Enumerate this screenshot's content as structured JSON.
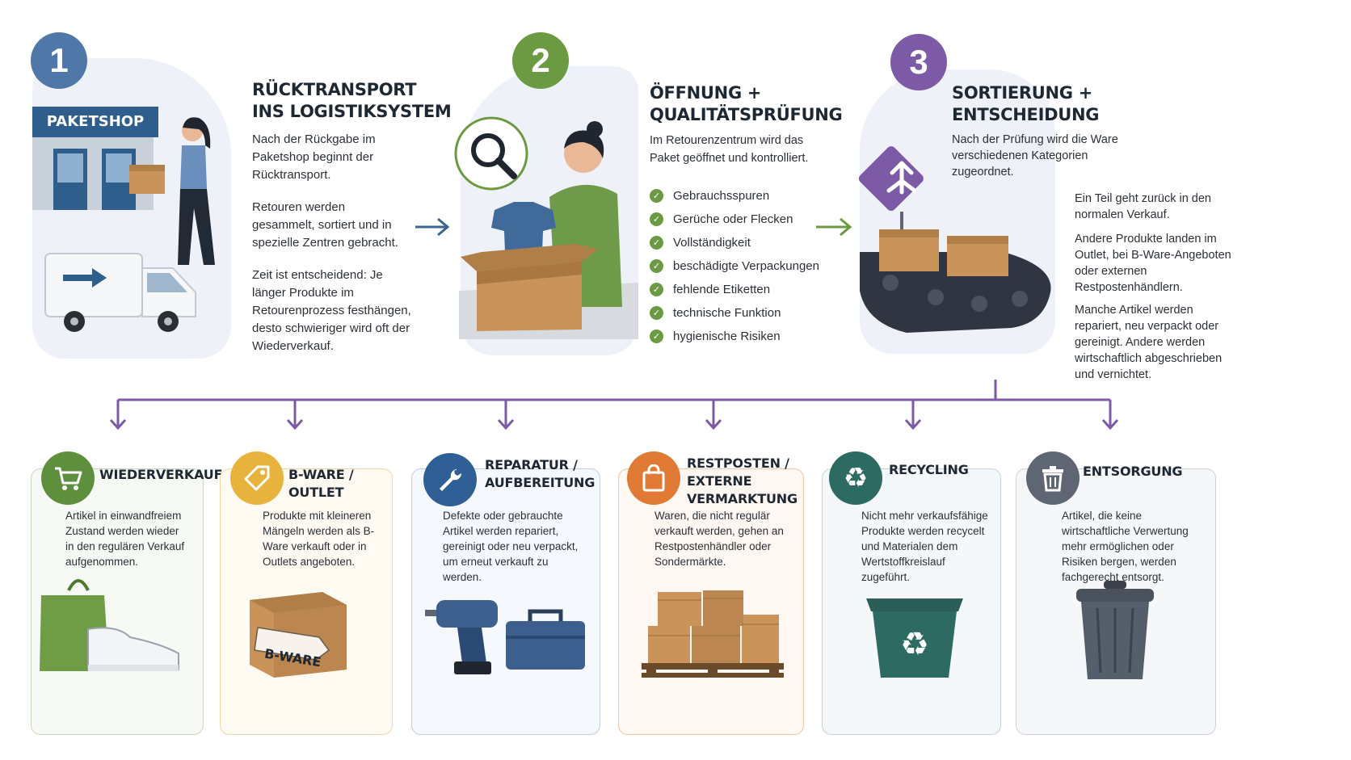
{
  "steps": [
    {
      "number": "1",
      "color": "#4f78a8",
      "title_lines": [
        "RÜCKTRANSPORT",
        "INS LOGISTIKSYSTEM"
      ],
      "shop_sign": "PAKETSHOP",
      "paragraphs": [
        "Nach der Rückgabe im Paketshop beginnt der Rücktransport.",
        "Retouren werden gesammelt, sortiert und in spezielle Zentren gebracht.",
        "Zeit ist entscheidend: Je länger Produkte im Retourenprozess festhängen, desto schwieriger wird oft der Wiederverkauf."
      ]
    },
    {
      "number": "2",
      "color": "#6c9a43",
      "title_lines": [
        "ÖFFNUNG +",
        "QUALITÄTSPRÜFUNG"
      ],
      "paragraphs": [
        "Im Retourenzentrum wird das Paket geöffnet und kontrolliert."
      ],
      "checks": [
        "Gebrauchsspuren",
        "Gerüche oder Flecken",
        "Vollständigkeit",
        "beschädigte Verpackungen",
        "fehlende Etiketten",
        "technische Funktion",
        "hygienische Risiken"
      ]
    },
    {
      "number": "3",
      "color": "#7d5aa6",
      "title_lines": [
        "SORTIERUNG +",
        "ENTSCHEIDUNG"
      ],
      "paragraphs": [
        "Nach der Prüfung wird die Ware verschiedenen Kategorien zugeordnet."
      ],
      "side_paragraphs": [
        "Ein Teil geht zurück in den normalen Verkauf.",
        "Andere Produkte landen im Outlet, bei B-Ware-Angeboten oder externen Restpostenhändlern.",
        "Manche Artikel werden repariert, neu verpackt oder gereinigt. Andere werden wirtschaftlich abgeschrieben und vernichtet."
      ]
    }
  ],
  "arrow_color_blue": "#3c6592",
  "arrow_color_green": "#6c9a43",
  "branch_color": "#7d5aa6",
  "outcomes": [
    {
      "id": "wiederverkauf",
      "icon": "cart-icon",
      "color": "#5d8f3c",
      "border": "#c9d9bb",
      "bg": "#f7f9f4",
      "title_lines": [
        "WIEDERVERKAUF"
      ],
      "text": "Artikel in einwandfreiem Zustand werden wieder in den regulären Verkauf aufgenommen."
    },
    {
      "id": "bware",
      "icon": "price-tag-icon",
      "color": "#e7b33c",
      "border": "#f1d7a8",
      "bg": "#fffaf2",
      "title_lines": [
        "B-WARE / OUTLET"
      ],
      "text": "Produkte mit kleineren Mängeln werden als B-Ware verkauft oder in Outlets angeboten.",
      "box_label": "B-WARE"
    },
    {
      "id": "reparatur",
      "icon": "wrench-icon",
      "color": "#2f5f95",
      "border": "#bfd0e3",
      "bg": "#f5f8fc",
      "title_lines": [
        "REPARATUR /",
        "AUFBEREITUNG"
      ],
      "text": "Defekte oder gebrauchte Artikel werden repariert, gereinigt oder neu verpackt, um erneut verkauft zu werden."
    },
    {
      "id": "restposten",
      "icon": "shopping-bag-icon",
      "color": "#e07a34",
      "border": "#f1c7a5",
      "bg": "#fff7f1",
      "title_lines": [
        "RESTPOSTEN /",
        "EXTERNE",
        "VERMARKTUNG"
      ],
      "text": "Waren, die nicht regulär verkauft werden, gehen an Restpostenhändler oder Sondermärkte."
    },
    {
      "id": "recycling",
      "icon": "recycle-icon",
      "color": "#2d6b62",
      "border": "#c3d3db",
      "bg": "#f5f8fa",
      "title_lines": [
        "RECYCLING"
      ],
      "text": "Nicht mehr verkaufsfähige Produkte werden recycelt und Materialen dem Wertstoffkreislauf zugeführt."
    },
    {
      "id": "entsorgung",
      "icon": "trash-icon",
      "color": "#5d6672",
      "border": "#cdd2d8",
      "bg": "#f6f7f8",
      "title_lines": [
        "ENTSORGUNG"
      ],
      "text": "Artikel, die keine wirtschaftliche Verwertung mehr ermöglichen oder Risiken bergen, werden fachgerecht entsorgt."
    }
  ]
}
